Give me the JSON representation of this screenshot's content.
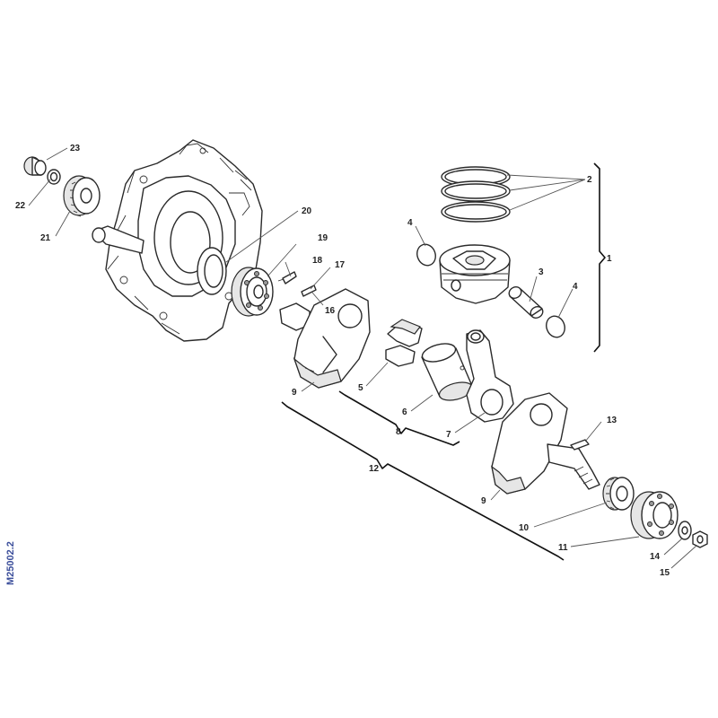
{
  "drawing_code": "M25002.2",
  "callouts": {
    "c1": "1",
    "c2": "2",
    "c3": "3",
    "c4a": "4",
    "c4b": "4",
    "c5": "5",
    "c6": "6",
    "c7": "7",
    "c8": "8",
    "c9a": "9",
    "c9b": "9",
    "c10": "10",
    "c11": "11",
    "c12": "12",
    "c13": "13",
    "c14": "14",
    "c15": "15",
    "c16": "16",
    "c17": "17",
    "c18": "18",
    "c19": "19",
    "c20": "20",
    "c21": "21",
    "c22": "22",
    "c23": "23"
  },
  "colors": {
    "line": "#2a2a2a",
    "code_text": "#3a4d9a"
  },
  "icons": [
    "crankcase-icon",
    "piston-icon",
    "piston-rings-icon",
    "connecting-rod-icon",
    "crankshaft-half-icon",
    "bearing-icon",
    "gear-icon",
    "pin-icon",
    "nut-icon"
  ]
}
